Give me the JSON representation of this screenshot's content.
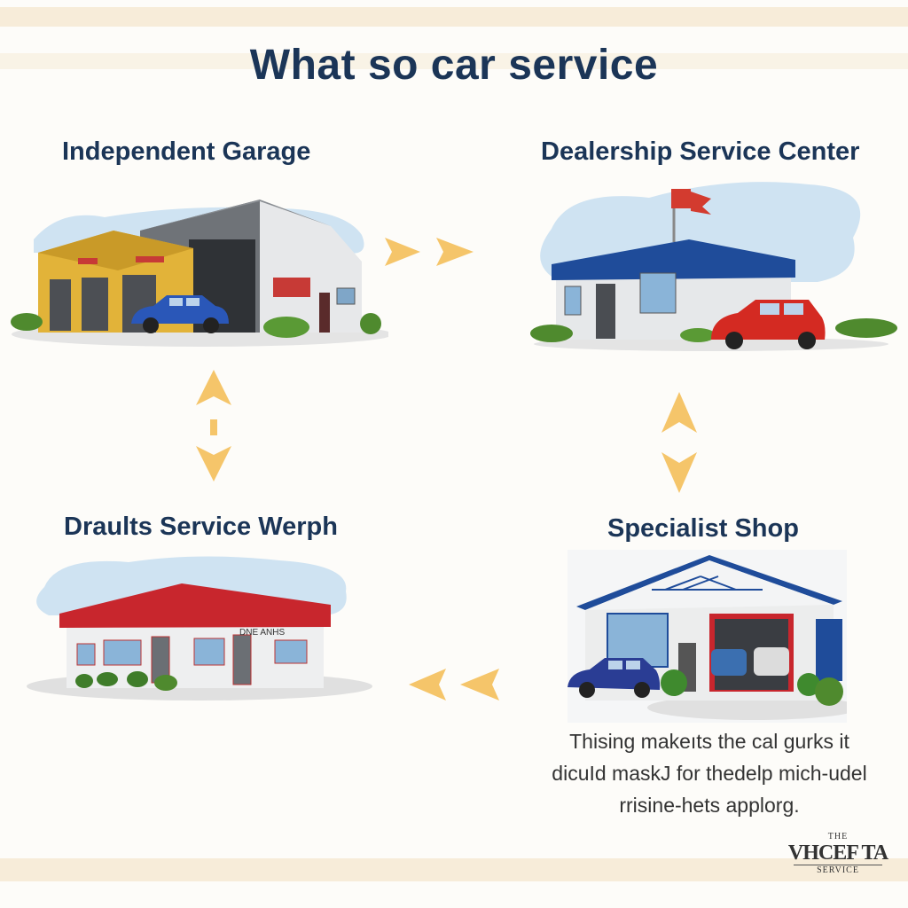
{
  "title": "What so car service",
  "nodes": {
    "independent_garage": "Independent Garage",
    "dealership": "Dealership Service Center",
    "chain": "Draults Service Werph",
    "specialist": "Specialist Shop"
  },
  "building_signs": {
    "chain_sign": "DNE ANHS"
  },
  "description": {
    "line1": "Thising makeıts the cal gurks it",
    "line2": "dicuId maskJ for thedelp mich-udel",
    "line3": "rrisine-hets applorg."
  },
  "logo": {
    "top": "THE",
    "name": "VHCEF TA",
    "bottom": "SERVICE"
  },
  "colors": {
    "heading": "#1b3557",
    "arrow": "#f5c56a",
    "sky": "#cfe3f2"
  }
}
